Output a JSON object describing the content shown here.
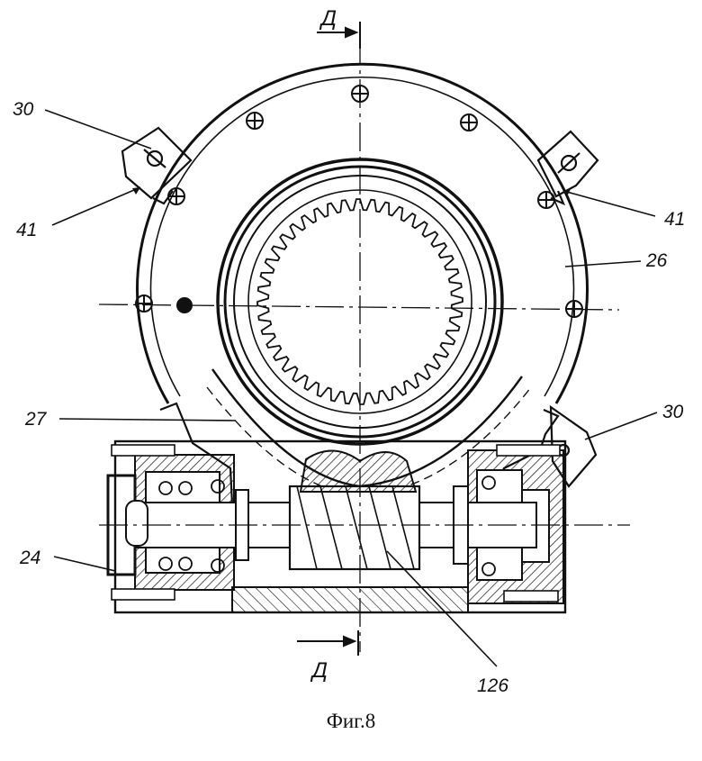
{
  "figure": {
    "caption": "Фиг.8",
    "section_mark": "Д",
    "labels": {
      "housing_cover": "26",
      "housing": "27",
      "bracket_top": "30",
      "bracket_right": "30",
      "lug_left": "41",
      "lug_right": "41",
      "bearing_assembly": "24",
      "worm": "126"
    }
  },
  "colors": {
    "ink": "#111111",
    "paper": "#ffffff"
  }
}
